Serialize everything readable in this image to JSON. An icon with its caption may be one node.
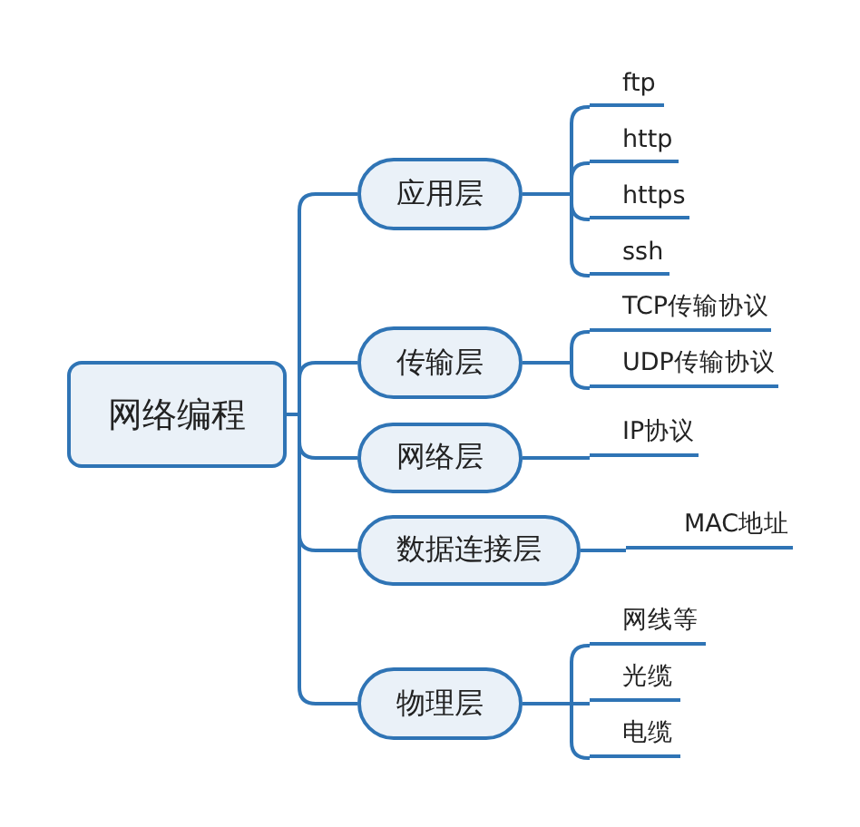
{
  "diagram": {
    "nodes": [
      {
        "text": [
          "网络编程"
        ]
      },
      {
        "text": [
          "应用层"
        ]
      },
      {
        "text": [
          "传输层"
        ]
      },
      {
        "text": [
          "网络层"
        ]
      },
      {
        "text": [
          "数据连接层"
        ]
      },
      {
        "text": [
          "物理层"
        ]
      },
      {
        "text": [
          "ftp"
        ]
      },
      {
        "text": [
          "http"
        ]
      },
      {
        "text": [
          "https"
        ]
      },
      {
        "text": [
          "ssh"
        ]
      },
      {
        "text": [
          "TCP传输协议"
        ]
      },
      {
        "text": [
          "UDP传输协议"
        ]
      },
      {
        "text": [
          "IP协议"
        ]
      },
      {
        "text": [
          "MAC地址"
        ]
      },
      {
        "text": [
          "网线等"
        ]
      },
      {
        "text": [
          "光缆"
        ]
      },
      {
        "text": [
          "电缆"
        ]
      }
    ],
    "edges": [
      {
        "from": 0,
        "to": 1,
        "arrow": "none"
      },
      {
        "from": 0,
        "to": 2,
        "arrow": "none"
      },
      {
        "from": 0,
        "to": 3,
        "arrow": "none"
      },
      {
        "from": 0,
        "to": 4,
        "arrow": "none"
      },
      {
        "from": 0,
        "to": 5,
        "arrow": "none"
      },
      {
        "from": 1,
        "to": 6,
        "arrow": "none"
      },
      {
        "from": 1,
        "to": 7,
        "arrow": "none"
      },
      {
        "from": 1,
        "to": 8,
        "arrow": "none"
      },
      {
        "from": 1,
        "to": 9,
        "arrow": "none"
      },
      {
        "from": 2,
        "to": 10,
        "arrow": "none"
      },
      {
        "from": 2,
        "to": 11,
        "arrow": "none"
      },
      {
        "from": 3,
        "to": 12,
        "arrow": "none"
      },
      {
        "from": 4,
        "to": 13,
        "arrow": "none"
      },
      {
        "from": 5,
        "to": 14,
        "arrow": "none"
      },
      {
        "from": 5,
        "to": 15,
        "arrow": "none"
      },
      {
        "from": 5,
        "to": 16,
        "arrow": "none"
      }
    ]
  }
}
